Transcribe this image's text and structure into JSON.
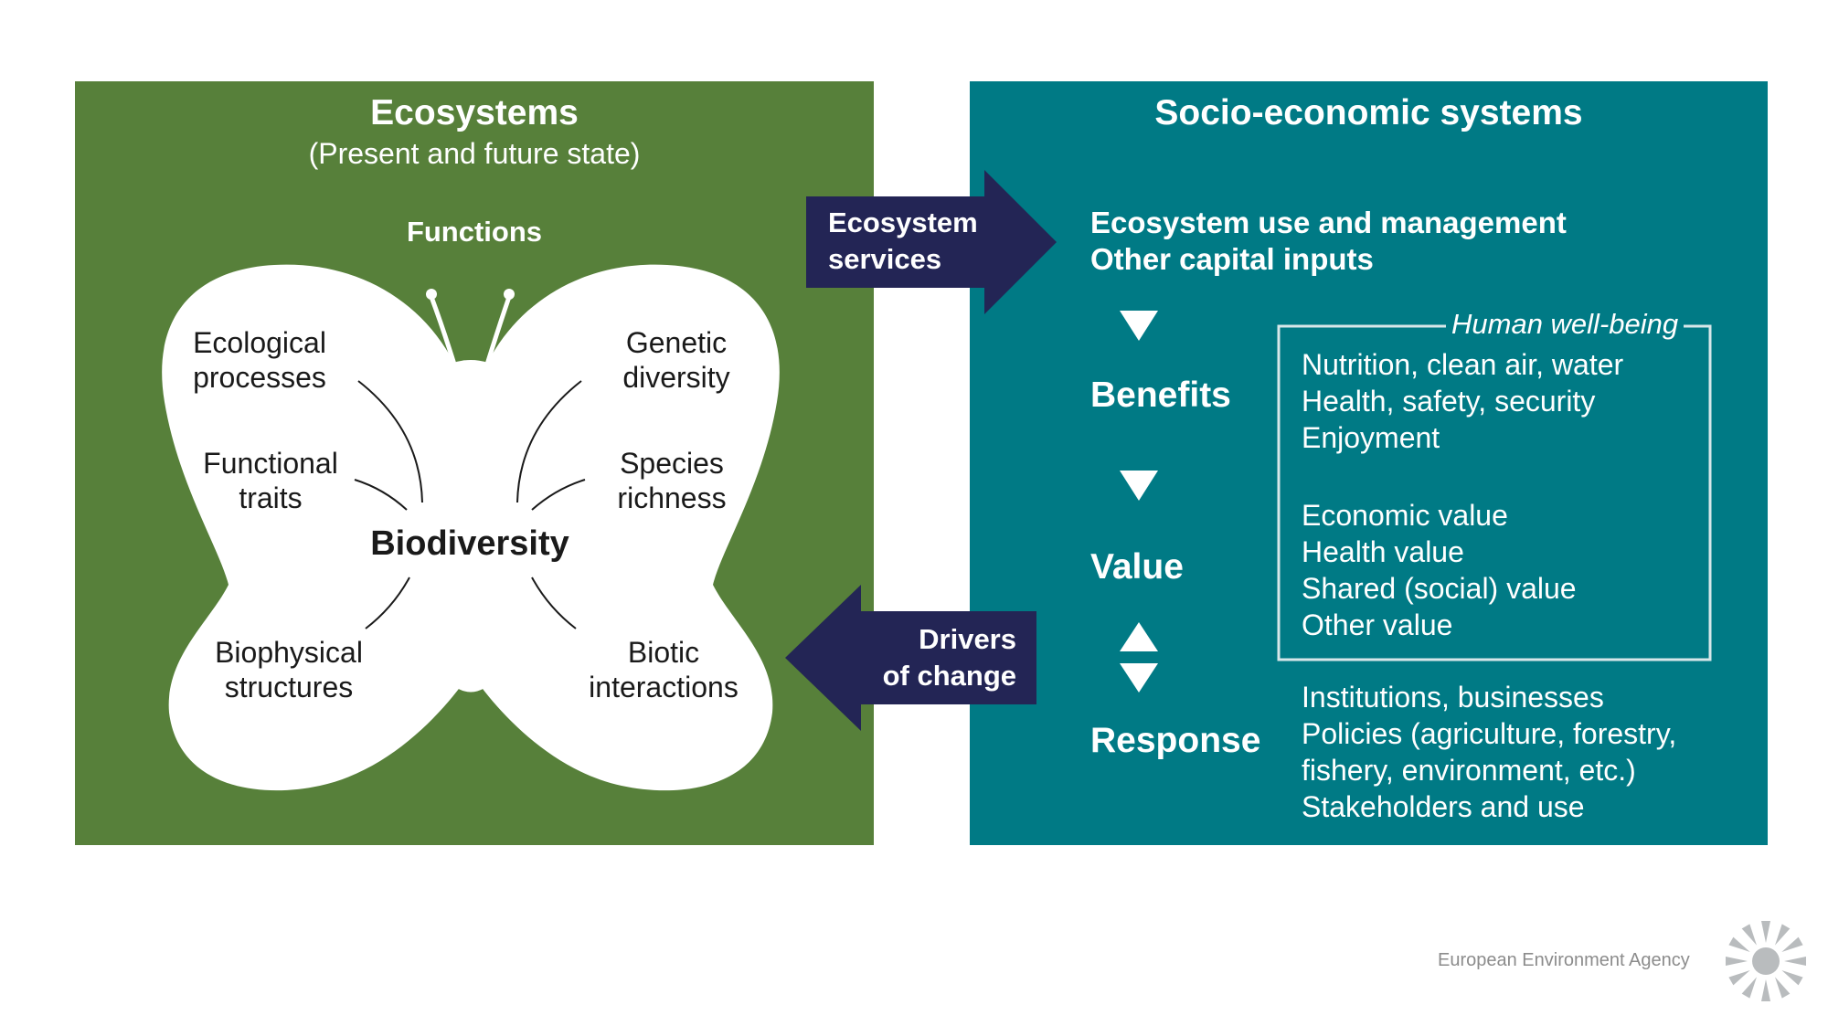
{
  "ecosystems": {
    "title": "Ecosystems",
    "subtitle": "(Present and future state)",
    "functions_label": "Functions",
    "center_label": "Biodiversity",
    "butterfly_labels": {
      "ecological_processes": [
        "Ecological",
        "processes"
      ],
      "functional_traits": [
        "Functional",
        "traits"
      ],
      "biophysical_structures": [
        "Biophysical",
        "structures"
      ],
      "genetic_diversity": [
        "Genetic",
        "diversity"
      ],
      "species_richness": [
        "Species",
        "richness"
      ],
      "biotic_interactions": [
        "Biotic",
        "interactions"
      ]
    }
  },
  "arrows": {
    "ecosystem_services": [
      "Ecosystem",
      "services"
    ],
    "drivers_of_change": [
      "Drivers",
      "of change"
    ]
  },
  "socio": {
    "title": "Socio-economic systems",
    "use_lines": [
      "Ecosystem use and management",
      "Other capital inputs"
    ],
    "benefits_label": "Benefits",
    "value_label": "Value",
    "response_label": "Response",
    "wellbeing_label": "Human well-being",
    "benefits_items": [
      "Nutrition, clean air, water",
      "Health, safety, security",
      "Enjoyment"
    ],
    "value_items": [
      "Economic value",
      "Health value",
      "Shared (social) value",
      "Other value"
    ],
    "response_items": [
      "Institutions, businesses",
      "Policies (agriculture, forestry,",
      "fishery, environment, etc.)",
      "Stakeholders and use"
    ]
  },
  "footer": {
    "agency_name": "European Environment Agency",
    "logo_icon": "eea-sun-logo-icon"
  },
  "colors": {
    "ecosystems_panel": "#57803a",
    "socio_panel": "#007a85",
    "arrow_fill": "#232555",
    "butterfly_fill": "#ffffff"
  }
}
